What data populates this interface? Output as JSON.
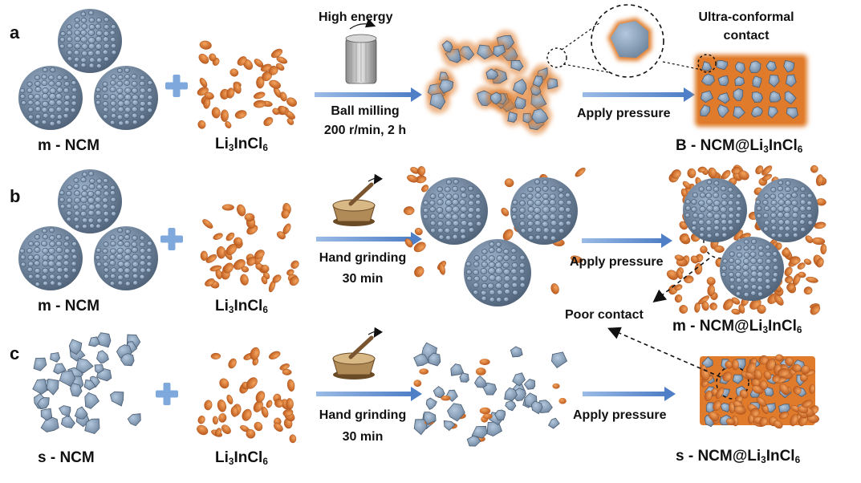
{
  "panels": {
    "a": {
      "letter": "a",
      "start_label": "m - NCM",
      "electrolyte": {
        "pre": "Li",
        "s1": "3",
        "mid": "InCl",
        "s2": "6"
      },
      "tool_label": "High energy",
      "process": "Ball milling",
      "condition": "200 r/min, 2 h",
      "press_label": "Apply pressure",
      "callout": "Ultra-conformal contact",
      "callout_line1": "Ultra-conformal",
      "callout_line2": "contact",
      "product": {
        "pre": "B - NCM@Li",
        "s1": "3",
        "mid": "InCl",
        "s2": "6"
      }
    },
    "b": {
      "letter": "b",
      "start_label": "m - NCM",
      "electrolyte": {
        "pre": "Li",
        "s1": "3",
        "mid": "InCl",
        "s2": "6"
      },
      "process": "Hand grinding",
      "condition": "30 min",
      "press_label": "Apply pressure",
      "product": {
        "pre": "m - NCM@Li",
        "s1": "3",
        "mid": "InCl",
        "s2": "6"
      }
    },
    "c": {
      "letter": "c",
      "start_label": "s - NCM",
      "electrolyte": {
        "pre": "Li",
        "s1": "3",
        "mid": "InCl",
        "s2": "6"
      },
      "process": "Hand grinding",
      "condition": "30 min",
      "press_label": "Apply pressure",
      "product": {
        "pre": "s - NCM@Li",
        "s1": "3",
        "mid": "InCl",
        "s2": "6"
      }
    }
  },
  "shared_label": "Poor contact",
  "colors": {
    "ncm_fill": "#8aa3bf",
    "ncm_dark": "#4f6278",
    "ncm_light": "#b6cde3",
    "electrolyte": "#e07b2c",
    "electrolyte_dark": "#a54d14",
    "arrow": "#6f98d4",
    "plus": "#7fa8dc",
    "mortar": "#b08a57"
  }
}
